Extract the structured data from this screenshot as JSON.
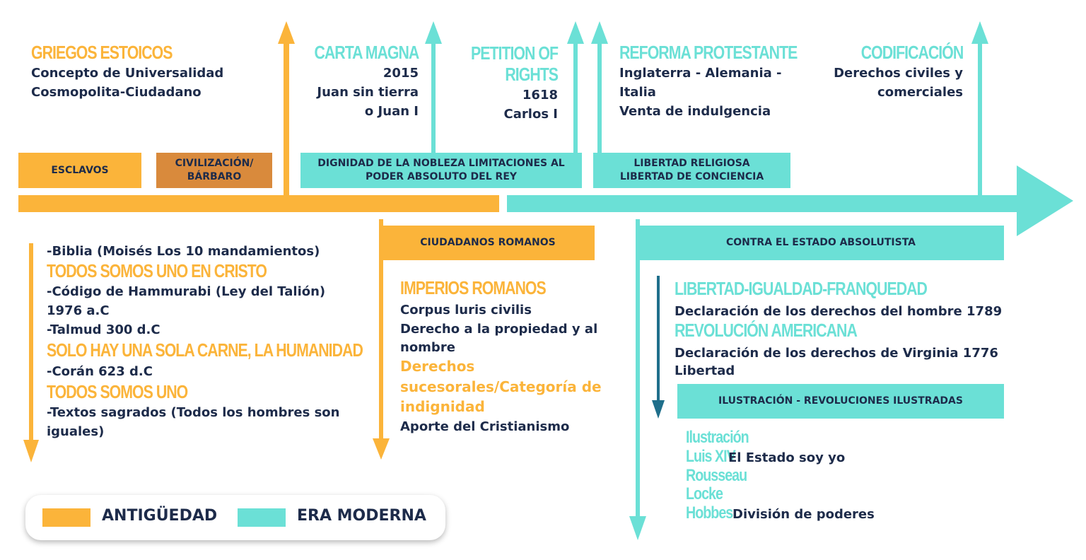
{
  "colors": {
    "antiguedad": "#fbb43a",
    "moderna": "#6be0d6",
    "civilizacion": "#d98a3c",
    "text": "#1d2b4a",
    "arrow_dark": "#1f6f8b"
  },
  "top": {
    "griegos": {
      "title": "GRIEGOS ESTOICOS",
      "lines": [
        "Concepto de Universalidad",
        "Cosmopolita-Ciudadano"
      ]
    },
    "carta": {
      "title": "CARTA MAGNA",
      "lines": [
        "2015",
        "Juan sin tierra",
        "o Juan I"
      ]
    },
    "petition": {
      "title_lines": [
        "PETITION OF",
        "RIGHTS"
      ],
      "lines": [
        "1618",
        "Carlos I"
      ]
    },
    "reforma": {
      "title": "REFORMA PROTESTANTE",
      "lines": [
        "Inglaterra - Alemania -",
        "Italia",
        "Venta de  indulgencia"
      ]
    },
    "codificacion": {
      "title": "CODIFICACIÓN",
      "lines": [
        "Derechos civiles y",
        "comerciales"
      ]
    }
  },
  "boxes": {
    "esclavos": "ESCLAVOS",
    "civilizacion": [
      "CIVILIZACIÓN/",
      "BÁRBARO"
    ],
    "dignidad": [
      "DIGNIDAD DE LA NOBLEZA LIMITACIONES AL",
      "PODER ABSOLUTO DEL REY"
    ],
    "libertad": [
      "LIBERTAD RELIGIOSA",
      "LIBERTAD DE CONCIENCIA"
    ],
    "ciudadanos": "CIUDADANOS ROMANOS",
    "contra": "CONTRA EL ESTADO ABSOLUTISTA",
    "ilustracion": "ILUSTRACIÓN - REVOLUCIONES ILUSTRADAS"
  },
  "left_column": {
    "l1": "-Biblia (Moisés Los 10 mandamientos)",
    "h1": "TODOS SOMOS UNO EN CRISTO",
    "l2": "-Código de Hammurabi (Ley del Talión)",
    "l3": "1976 a.C",
    "l4": "-Talmud 300 d.C",
    "h2": "SOLO HAY UNA SOLA CARNE, LA HUMANIDAD",
    "l5": "-Corán 623 d.C",
    "h3": "TODOS SOMOS UNO",
    "l6": "-Textos sagrados (Todos los hombres son",
    "l7": "iguales)"
  },
  "roman": {
    "title": "IMPERIOS ROMANOS",
    "l1": "Corpus luris civilis",
    "l2": "Derecho a la propiedad y al",
    "l3": "nombre",
    "o1": "Derechos",
    "o2": "sucesorales/Categoría de",
    "o3": "indignidad",
    "l4": "Aporte del Cristianismo"
  },
  "modern": {
    "h1": "LIBERTAD-IGUALDAD-FRANQUEDAD",
    "l1": "Declaración de los derechos del hombre 1789",
    "h2": "REVOLUCIÓN AMERICANA",
    "l2": "Declaración de los derechos de Virginia 1776",
    "l3": "Libertad"
  },
  "ilustracion_list": {
    "i1": "Ilustración",
    "i2a": "Luis XIV",
    "i2b": " El Estado soy yo",
    "i3": "Rousseau",
    "i4": "Locke",
    "i5a": "Hobbes",
    "i5b": " División de poderes"
  },
  "legend": {
    "a": "ANTIGÜEDAD",
    "b": "ERA MODERNA"
  }
}
